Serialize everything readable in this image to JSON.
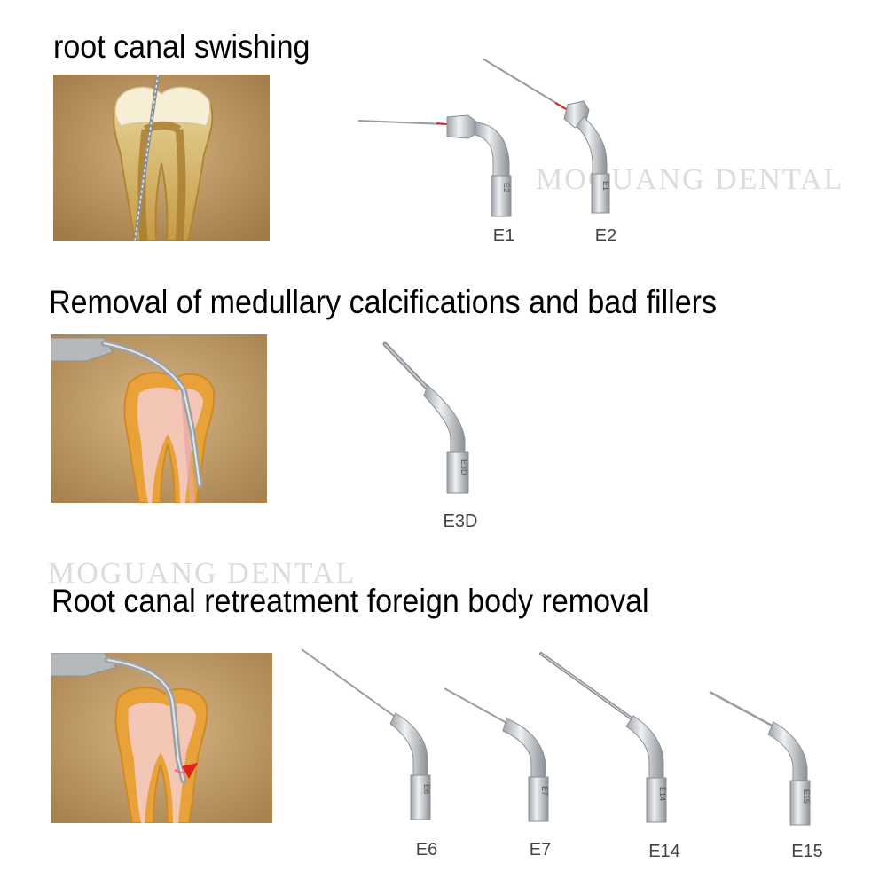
{
  "watermark": "MOGUANG DENTAL",
  "sections": [
    {
      "title": "root canal swishing",
      "tips": [
        "E1",
        "E2"
      ],
      "engravings": [
        "E2",
        "E1"
      ]
    },
    {
      "title": "Removal of medullary calcifications and bad fillers",
      "tips": [
        "E3D"
      ],
      "engravings": [
        "E3D"
      ]
    },
    {
      "title": "Root canal retreatment foreign body removal",
      "tips": [
        "E6",
        "E7",
        "E14",
        "E15"
      ],
      "engravings": [
        "E6",
        "E7",
        "E14",
        "E15"
      ]
    }
  ],
  "colors": {
    "background": "#ffffff",
    "illustration_bg": "#b28d5c",
    "tooth_enamel": "#f4edd2",
    "tooth_pulp_gold": "#c79a3a",
    "tooth_orange": "#e7a33c",
    "pulp_pink": "#f3c4b4",
    "metal": "#bfc3c7",
    "marker_red": "#e02020"
  }
}
